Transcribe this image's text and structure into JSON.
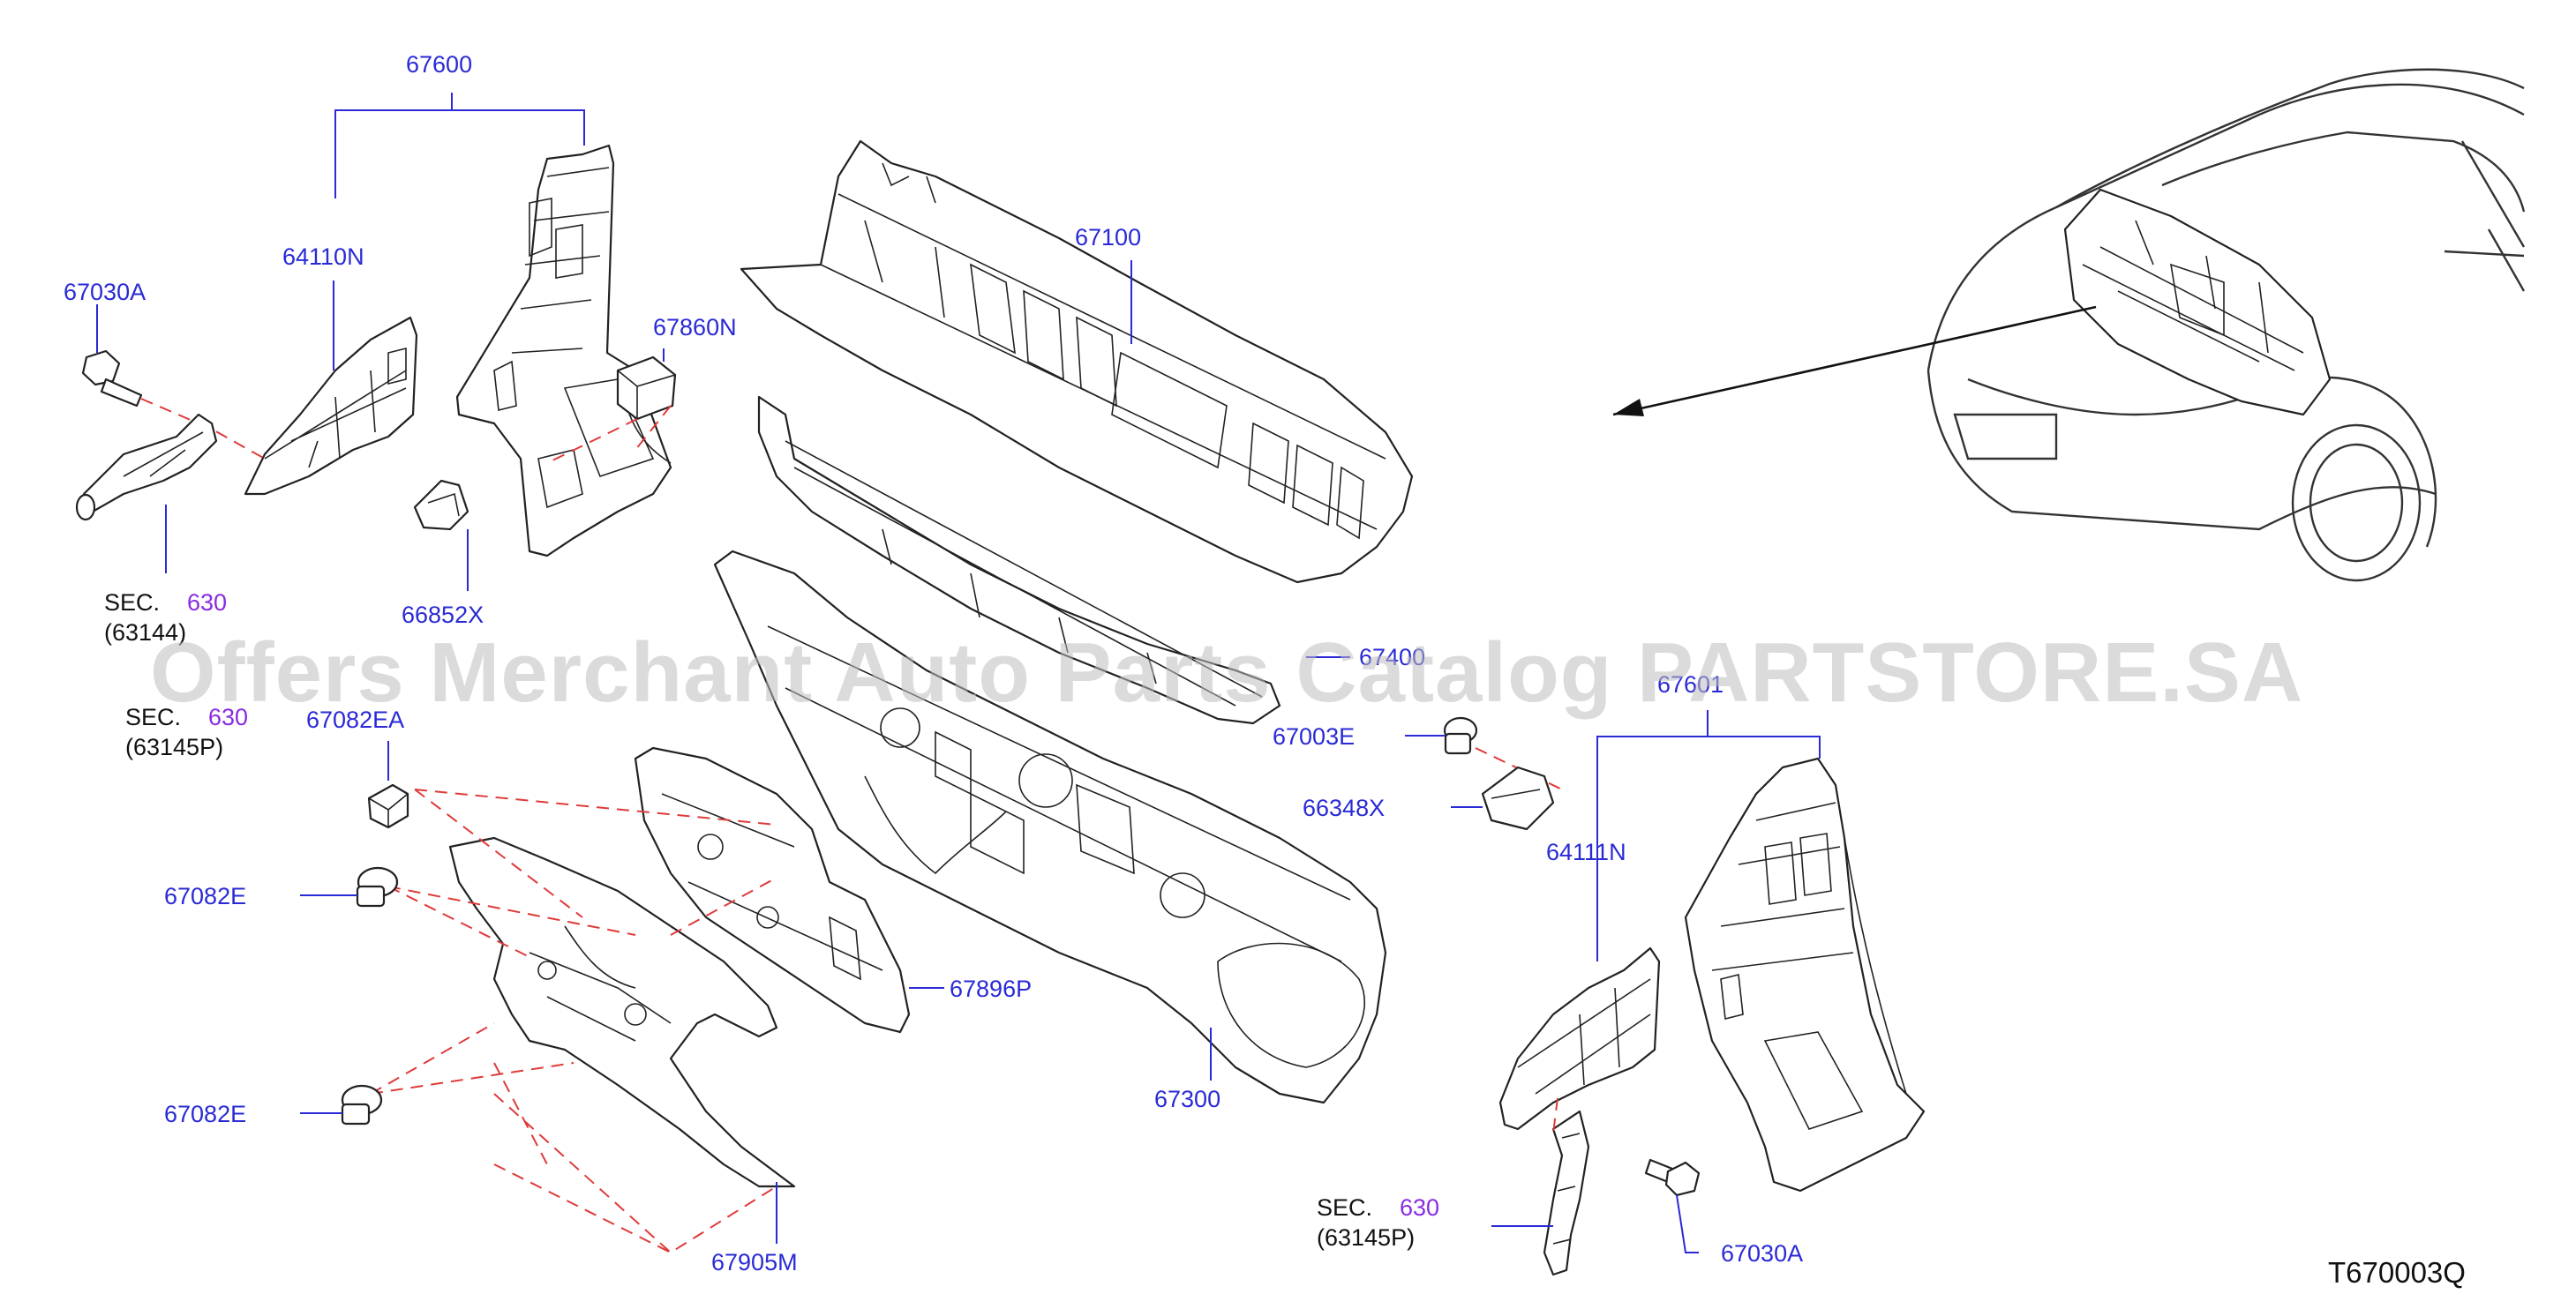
{
  "diagram_code": "T670003Q",
  "watermark": "Offers Merchant Auto Parts Catalog PARTSTORE.SA",
  "sec_prefix": "SEC.",
  "parts": {
    "p67600": "67600",
    "p64110N": "64110N",
    "p67030A_left": "67030A",
    "p67860N": "67860N",
    "p66852X": "66852X",
    "p67100": "67100",
    "p67400": "67400",
    "p67003E": "67003E",
    "p66348X": "66348X",
    "p67601": "67601",
    "p64111N": "64111N",
    "p67082EA": "67082EA",
    "p67082E_upper": "67082E",
    "p67082E_lower": "67082E",
    "p67896P": "67896P",
    "p67300": "67300",
    "p67905M": "67905M",
    "p67030A_right": "67030A"
  },
  "sections": {
    "left_upper": {
      "num": "630",
      "ref": "(63144)"
    },
    "left_lower": {
      "num": "630",
      "ref": "(63145P)"
    },
    "right": {
      "num": "630",
      "ref": "(63145P)"
    }
  },
  "colors": {
    "part_number": "#2a2ad6",
    "section_number": "#8a2be2",
    "dashed_guides": "#e03a3a",
    "watermark": "#bdbdbd",
    "line_art": "#222222"
  }
}
